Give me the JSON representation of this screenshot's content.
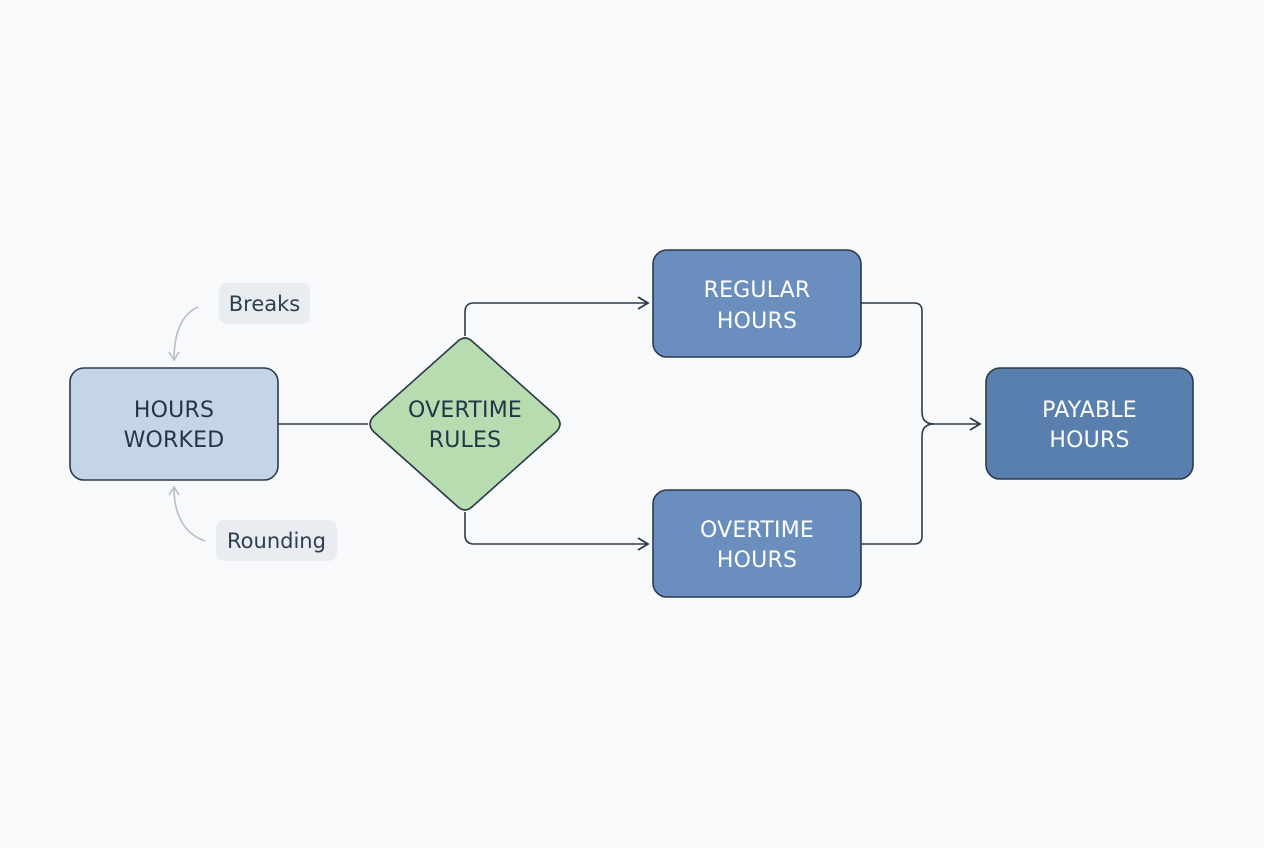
{
  "nodes": {
    "hours_worked": {
      "line1": "HOURS",
      "line2": "WORKED",
      "fill": "#c4d5e8",
      "text_color": "#253548"
    },
    "overtime_rules": {
      "line1": "OVERTIME",
      "line2": "RULES",
      "fill": "#b6dcb0",
      "text_color": "#253548"
    },
    "regular_hours": {
      "line1": "REGULAR",
      "line2": "HOURS",
      "fill": "#6a8fbe",
      "text_color": "#ffffff"
    },
    "overtime_hours": {
      "line1": "OVERTIME",
      "line2": "HOURS",
      "fill": "#6a8fbe",
      "text_color": "#ffffff"
    },
    "payable_hours": {
      "line1": "PAYABLE",
      "line2": "HOURS",
      "fill": "#587fad",
      "text_color": "#ffffff"
    }
  },
  "notes": {
    "breaks": {
      "label": "Breaks"
    },
    "rounding": {
      "label": "Rounding"
    }
  },
  "colors": {
    "border": "#2b3a4a",
    "connector": "#2b3a4a",
    "note_arrow": "#b9bec4",
    "note_fill": "#e9edf1"
  }
}
